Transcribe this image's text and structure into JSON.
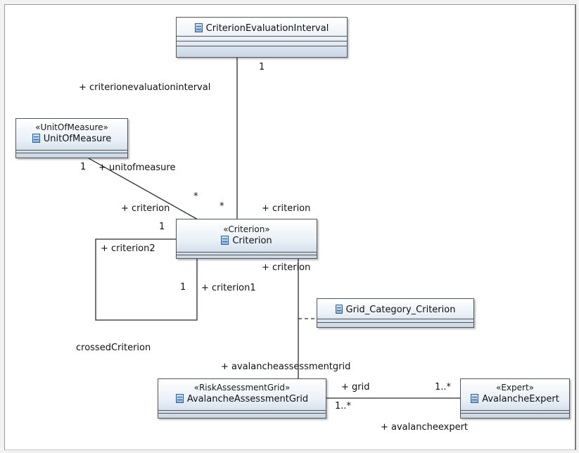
{
  "classes": {
    "criterion_evaluation_interval": {
      "name": "CriterionEvaluationInterval"
    },
    "unit_of_measure": {
      "stereotype": "«UnitOfMeasure»",
      "name": "UnitOfMeasure"
    },
    "criterion": {
      "stereotype": "«Criterion»",
      "name": "Criterion"
    },
    "grid_category_criterion": {
      "name": "Grid_Category_Criterion"
    },
    "avalanche_assessment_grid": {
      "stereotype": "«RiskAssessmentGrid»",
      "name": "AvalancheAssessmentGrid"
    },
    "avalanche_expert": {
      "stereotype": "«Expert»",
      "name": "AvalancheExpert"
    }
  },
  "labels": {
    "mult_cei_1": "1",
    "role_criterionevaluationinterval": "+ criterionevaluationinterval",
    "mult_uom_1": "1",
    "role_unitofmeasure": "+ unitofmeasure",
    "mult_star_left": "*",
    "role_criterion_left": "+ criterion",
    "mult_star_mid": "*",
    "role_criterion_top": "+ criterion",
    "mult_self_1_top": "1",
    "role_criterion2": "+ criterion2",
    "role_criterion_bottom": "+ criterion",
    "mult_self_1_bottom": "1",
    "role_criterion1": "+ criterion1",
    "assoc_crossedcriterion": "crossedCriterion",
    "role_avalancheassessmentgrid": "+ avalancheassessmentgrid",
    "role_grid": "+ grid",
    "mult_1many_right": "1..*",
    "mult_1many_left": "1..*",
    "role_avalancheexpert": "+ avalancheexpert"
  },
  "icons": {
    "class": "class-icon",
    "association_class": "association-class-icon"
  }
}
